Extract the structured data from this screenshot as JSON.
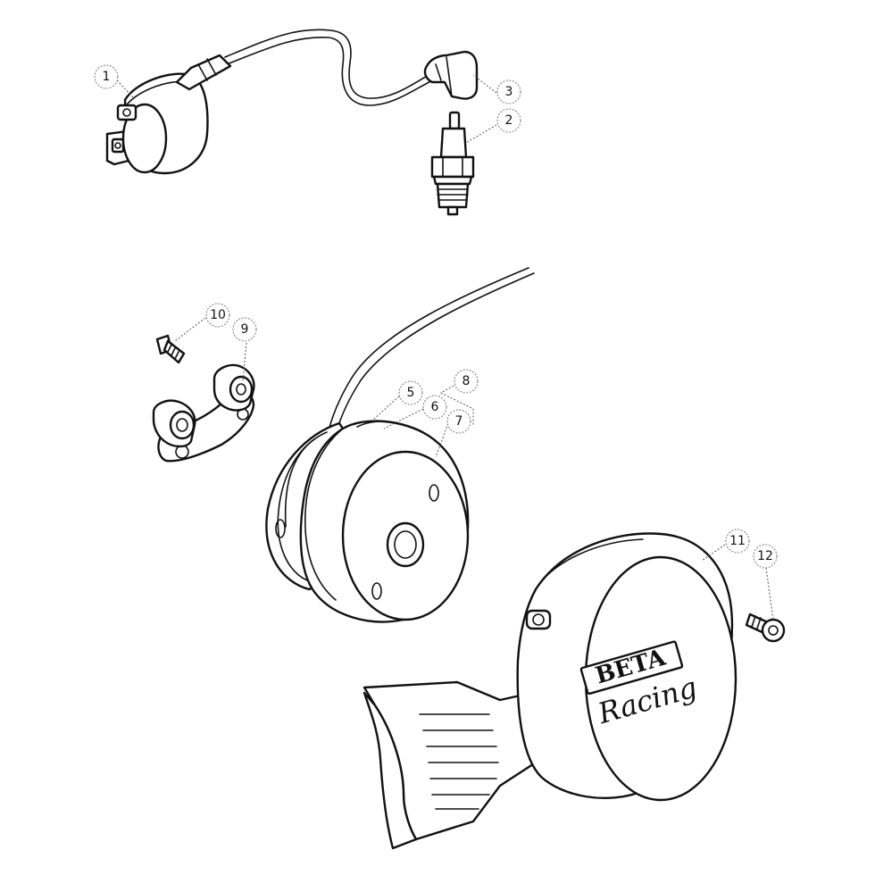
{
  "callouts": {
    "c1": "1",
    "c2": "2",
    "c3": "3",
    "c5": "5",
    "c6": "6",
    "c7": "7",
    "c8": "8",
    "c9": "9",
    "c10": "10",
    "c11": "11",
    "c12": "12"
  },
  "cover_logo": {
    "brand": "BETA",
    "script": "Racing"
  }
}
